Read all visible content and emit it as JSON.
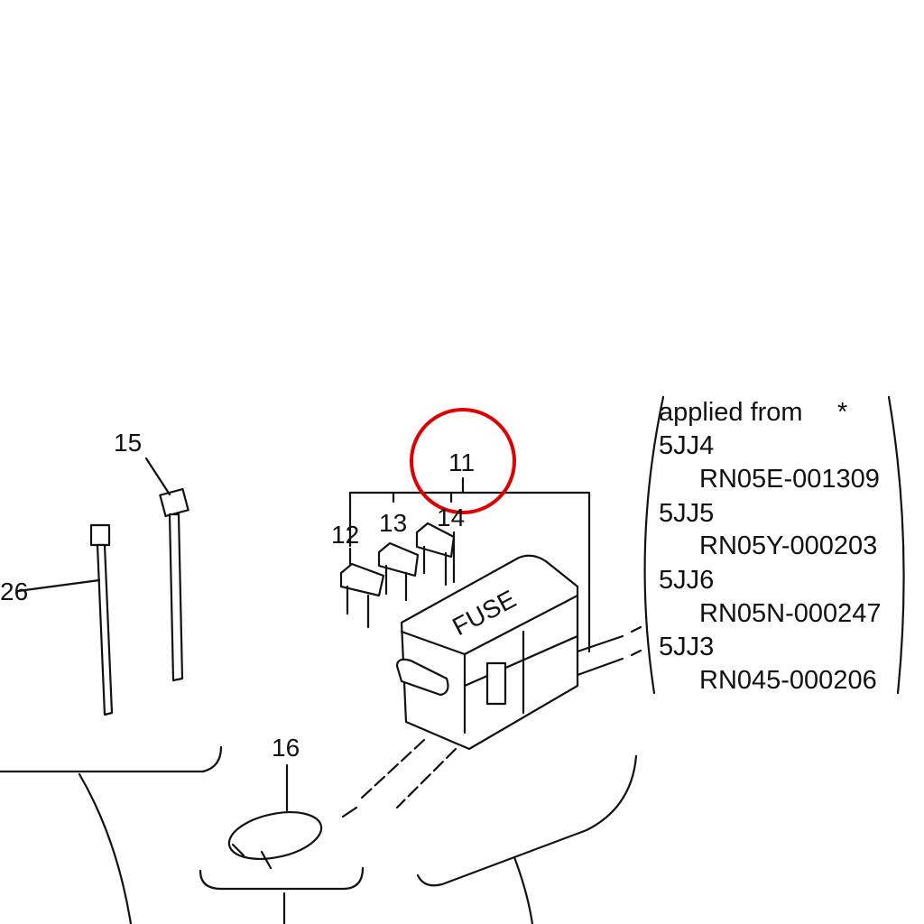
{
  "callouts": {
    "p11": "11",
    "p12": "12",
    "p13": "13",
    "p14": "14",
    "p15": "15",
    "p16": "16",
    "p26": "26"
  },
  "fuse_box_label": "FUSE",
  "applicability_note": {
    "header": "applied from",
    "marker": "*",
    "entries": [
      {
        "model": "5JJ4",
        "serial": "RN05E-001309"
      },
      {
        "model": "5JJ5",
        "serial": "RN05Y-000203"
      },
      {
        "model": "5JJ6",
        "serial": "RN05N-000247"
      },
      {
        "model": "5JJ3",
        "serial": "RN045-000206"
      }
    ]
  },
  "highlight_color": "#e00000"
}
